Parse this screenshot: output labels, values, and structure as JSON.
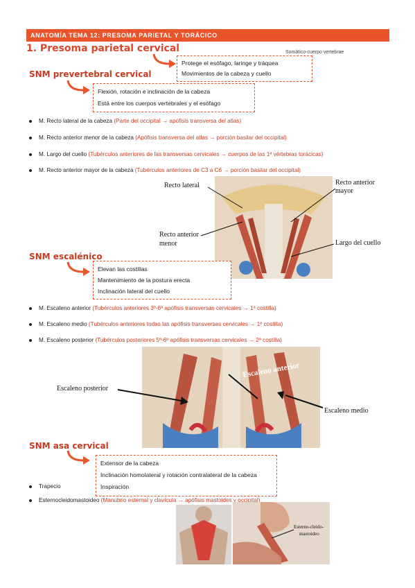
{
  "header": {
    "banner": "ANATOMÍA TEMA 12: PRESOMA PARIETAL Y TORÁCICO"
  },
  "section1": {
    "title": "1. Presoma parietal cervical",
    "side_note": "Somático-cuerpo vertebrae",
    "box": [
      "Protege el esófago, laringe y tráquea",
      "Movimientos de la cabeza y cuello"
    ]
  },
  "prevertebral": {
    "title": "SNM prevertebral cervical",
    "box": [
      "Flexión, rotación e inclinación de la cabeza",
      "Está entre los cuerpos vertebrales y el esófago"
    ],
    "items": [
      {
        "name": "M. Recto lateral de la cabeza",
        "detail": " (Parte del occipital → apófisis transversa del atlas)"
      },
      {
        "name": "M. Recto anterior menor de la cabeza",
        "detail": " (Apófisis transversa del atlas → porción basilar del occipital)"
      },
      {
        "name": "M. Largo del cuello",
        "detail": " (Tubérculos anteriores de las transversas cervicales → cuerpos de las 1ª vértebras torácicas)"
      },
      {
        "name": "M. Recto anterior mayor de la cabeza",
        "detail": " (Tubérculos anteriores de C3 a C6 → porción basilar del occipital)"
      }
    ],
    "figure_labels": {
      "lateral": "Recto lateral",
      "ant_mayor_1": "Recto anterior",
      "ant_mayor_2": "mayor",
      "ant_menor_1": "Recto anterior",
      "ant_menor_2": "menor",
      "largo": "Largo del cuello"
    }
  },
  "escalenico": {
    "title": "SNM escalénico",
    "box": [
      "Elevan las costillas",
      "Mantenimiento de la postura erecta",
      "Inclinación lateral del cuello"
    ],
    "items": [
      {
        "name": "M. Escaleno anterior",
        "detail": " (Tubérculos anteriores 3º-6º apófisis transversas cervicales → 1ª costilla)"
      },
      {
        "name": "M. Escaleno medio",
        "detail": " (Tubérculos anteriores todas las apófisis transversas cervicales → 1ª costilla)"
      },
      {
        "name": "M. Escaleno posterior",
        "detail": " (Tubérculos posteriores 5º-6º apófisis transversas cervicales → 2ª costilla)"
      }
    ],
    "figure_labels": {
      "posterior": "Escaleno posterior",
      "anterior": "Escaleno anterior",
      "medio": "Escaleno medio"
    }
  },
  "asa": {
    "title": "SNM asa cervical",
    "box": [
      "Extensor de la cabeza",
      "Inclinación homolateral y rotación contralateral de la cabeza",
      "Inspiración"
    ],
    "items": [
      {
        "name": "Trapecio",
        "detail": ""
      },
      {
        "name": "Esternocleidomastoideo",
        "detail": " (Manubrio esternal y clavícula → apófisis mastoides y occipital)"
      }
    ],
    "figure_labels": {
      "ecm_1": "Esterno-cleido-",
      "ecm_2": "mastoideo"
    }
  },
  "colors": {
    "accent": "#e9542a",
    "heading": "#c43c20"
  }
}
